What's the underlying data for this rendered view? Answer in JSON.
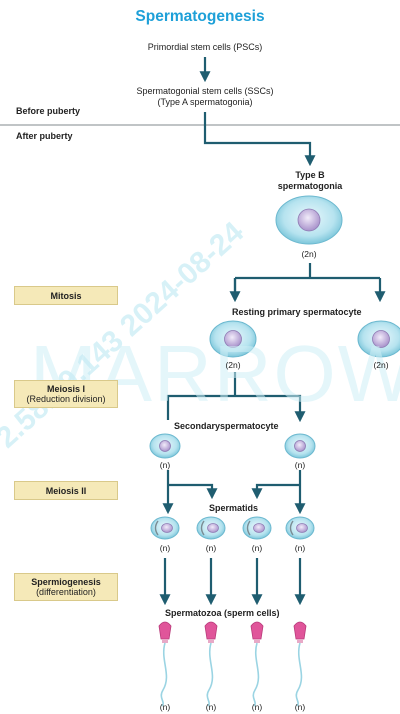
{
  "title": "Spermatogenesis",
  "stages": {
    "psc": "Primordial stem cells (PSCs)",
    "ssc_line1": "Spermatogonial stem cells (SSCs)",
    "ssc_line2": "(Type A spermatogonia)",
    "before_puberty": "Before puberty",
    "after_puberty": "After puberty",
    "typeb_line1": "Type B",
    "typeb_line2": "spermatogonia",
    "resting_primary": "Resting primary spermatocyte",
    "secondary": "Secondaryspermatocyte",
    "spermatids": "Spermatids",
    "spermatozoa": "Spermatozoa (sperm cells)"
  },
  "ploidy": {
    "typeb": "(2n)",
    "primary_left": "(2n)",
    "primary_right": "(2n)",
    "secondary_left": "(n)",
    "secondary_right": "(n)",
    "spermatids": [
      "(n)",
      "(n)",
      "(n)",
      "(n)"
    ],
    "sperm": [
      "(n)",
      "(n)",
      "(n)",
      "(n)"
    ]
  },
  "side_labels": {
    "mitosis": "Mitosis",
    "meiosis1": "Meiosis I",
    "meiosis1_sub": "(Reduction division)",
    "meiosis2": "Meiosis II",
    "spermiogenesis": "Spermiogenesis",
    "spermiogenesis_sub": "(differentiation)"
  },
  "watermark": {
    "brand": "MARROW",
    "stamp": "2.58.99.143 2024-08-24"
  },
  "colors": {
    "title": "#1ea0d8",
    "arrow": "#1f5d70",
    "label_fill": "#f5e9b8",
    "cell_fill": "#b6e3ef",
    "nucleus": "#b9a6d3",
    "sperm_head": "#e0559a"
  }
}
